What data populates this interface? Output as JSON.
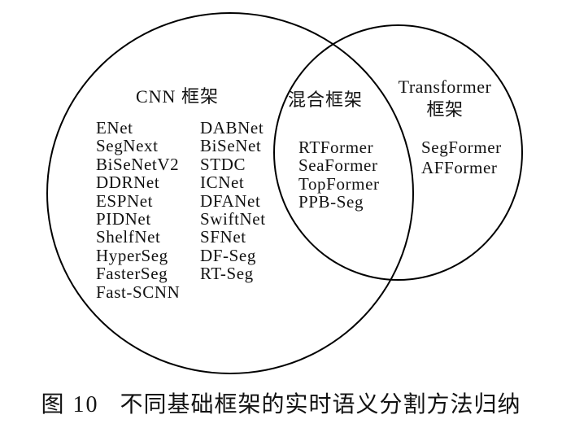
{
  "figure_caption": {
    "prefix": "图 10",
    "text": "不同基础框架的实时语义分割方法归纳"
  },
  "venn": {
    "cnn": {
      "label": "CNN 框架",
      "column1": [
        "ENet",
        "SegNext",
        "BiSeNetV2",
        "DDRNet",
        "ESPNet",
        "PIDNet",
        "ShelfNet",
        "HyperSeg",
        "FasterSeg",
        "Fast-SCNN"
      ],
      "column2": [
        "DABNet",
        "BiSeNet",
        "STDC",
        "ICNet",
        "DFANet",
        "SwiftNet",
        "SFNet",
        "DF-Seg",
        "RT-Seg"
      ]
    },
    "hybrid": {
      "label": "混合框架",
      "items": [
        "RTFormer",
        "SeaFormer",
        "TopFormer",
        "PPB-Seg"
      ]
    },
    "transformer": {
      "label_line1": "Transformer",
      "label_line2": "框架",
      "items": [
        "SegFormer",
        "AFFormer"
      ]
    }
  },
  "colors": {
    "stroke": "#000000",
    "text": "#121212",
    "background": "#ffffff"
  }
}
